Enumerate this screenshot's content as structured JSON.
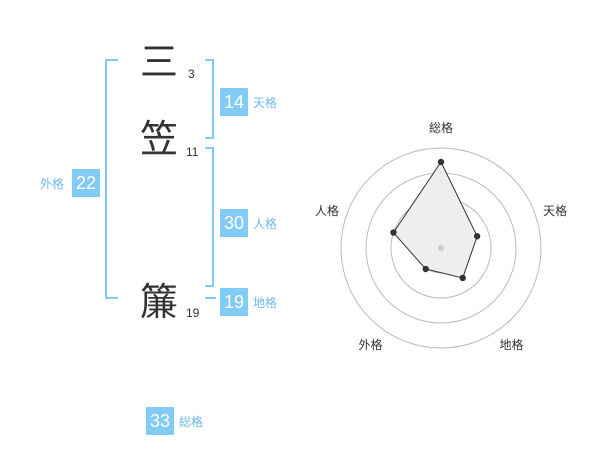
{
  "colors": {
    "accent": "#82cbf5",
    "label": "#6fb8e8",
    "text": "#333333",
    "ring": "#bbbbbb",
    "fill": "#eeeeee",
    "line": "#333333"
  },
  "name": {
    "chars": [
      {
        "char": "三",
        "strokes": "3"
      },
      {
        "char": "笠",
        "strokes": "11"
      },
      {
        "char": "簾",
        "strokes": "19"
      }
    ]
  },
  "kakusu": {
    "tenkaku": {
      "value": "14",
      "label": "天格"
    },
    "jinkaku": {
      "value": "30",
      "label": "人格"
    },
    "chikaku": {
      "value": "19",
      "label": "地格"
    },
    "gaikaku": {
      "value": "22",
      "label": "外格"
    },
    "soukaku": {
      "value": "33",
      "label": "総格"
    }
  },
  "chart_data": {
    "type": "radar",
    "axes": [
      "総格",
      "天格",
      "地格",
      "外格",
      "人格"
    ],
    "values": [
      0.86,
      0.38,
      0.37,
      0.26,
      0.5
    ],
    "rings": 4,
    "grid": true
  }
}
